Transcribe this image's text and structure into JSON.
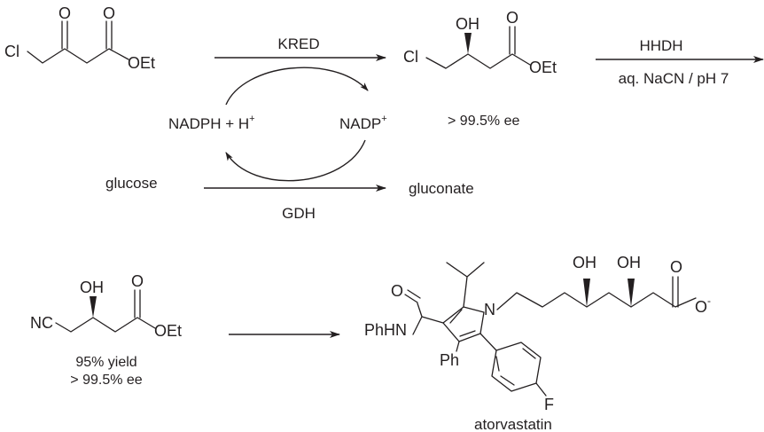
{
  "reaction1": {
    "enzyme": "KRED",
    "yield_ee": "> 99.5% ee"
  },
  "cofactor_cycle": {
    "reduced": "NADPH + H",
    "reduced_sup": "+",
    "oxidized": "NADP",
    "oxidized_sup": "+"
  },
  "regeneration": {
    "substrate": "glucose",
    "product": "gluconate",
    "enzyme": "GDH"
  },
  "reaction2": {
    "enzyme": "HHDH",
    "conditions": "aq. NaCN / pH 7"
  },
  "intermediate2": {
    "yield": "95% yield",
    "ee": "> 99.5% ee"
  },
  "product": {
    "name": "atorvastatin"
  },
  "atom_labels": {
    "Cl": "Cl",
    "O": "O",
    "OEt": "OEt",
    "OH": "OH",
    "NC": "NC",
    "N": "N",
    "PhHN": "PhHN",
    "Ph": "Ph",
    "F": "F",
    "O_minus_sup": "-"
  }
}
